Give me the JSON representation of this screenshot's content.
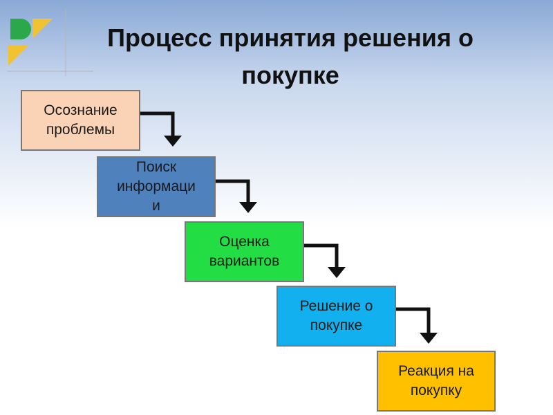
{
  "title": {
    "line1": "Процесс принятия решения о",
    "line2": "покупке"
  },
  "colors": {
    "step1": "#fad3b7",
    "step2": "#4f81bd",
    "step3": "#22dd44",
    "step4": "#12b0ee",
    "step5": "#ffc000",
    "arrow": "#111111"
  },
  "steps": [
    {
      "label": "Осознание\nпроблемы"
    },
    {
      "label": "Поиск\nинформаци\nи"
    },
    {
      "label": "Оценка\nвариантов"
    },
    {
      "label": "Решение о\nпокупке"
    },
    {
      "label": "Реакция на\nпокупку"
    }
  ]
}
